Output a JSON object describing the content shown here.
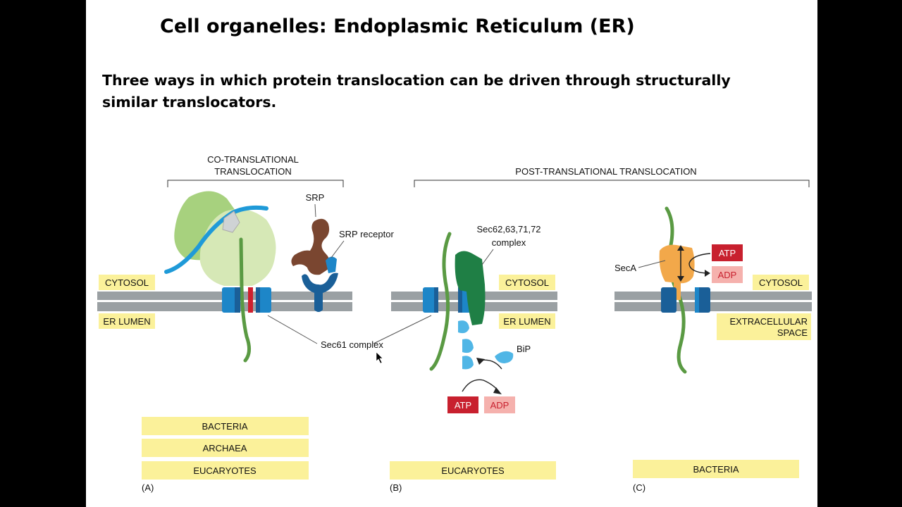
{
  "slide": {
    "title": "Cell organelles: Endoplasmic Reticulum (ER)",
    "subtitle": "Three ways in which protein translocation can be driven through structurally similar translocators."
  },
  "headers": {
    "co_line1": "CO-TRANSLATIONAL",
    "co_line2": "TRANSLOCATION",
    "post": "POST-TRANSLATIONAL TRANSLOCATION"
  },
  "labels": {
    "cytosol": "CYTOSOL",
    "er_lumen": "ER LUMEN",
    "extracellular_1": "EXTRACELLULAR",
    "extracellular_2": "SPACE",
    "srp": "SRP",
    "srp_receptor": "SRP receptor",
    "sec61": "Sec61 complex",
    "sec62_1": "Sec62,63,71,72",
    "sec62_2": "complex",
    "bip": "BiP",
    "seca": "SecA",
    "atp": "ATP",
    "adp": "ADP"
  },
  "organisms": {
    "panel_a": [
      "BACTERIA",
      "ARCHAEA",
      "EUCARYOTES"
    ],
    "panel_b": [
      "EUCARYOTES"
    ],
    "panel_c": [
      "BACTERIA"
    ]
  },
  "panels": {
    "a": "(A)",
    "b": "(B)",
    "c": "(C)"
  },
  "colors": {
    "membrane": "#9aa0a3",
    "label_box": "#fbf19a",
    "translocon": "#1d86c8",
    "translocon_dark": "#1a5f98",
    "protein_chain": "#5a9a43",
    "ribosome_large": "#a7d17e",
    "ribosome_small": "#d6e8b6",
    "mrna": "#1f9ad8",
    "srp": "#7a4630",
    "sec62": "#1f7f45",
    "bip": "#50b6e6",
    "atp": "#c8202e",
    "adp": "#f5b1ad",
    "seca": "#f2a84a",
    "plug": "#d0202e"
  }
}
